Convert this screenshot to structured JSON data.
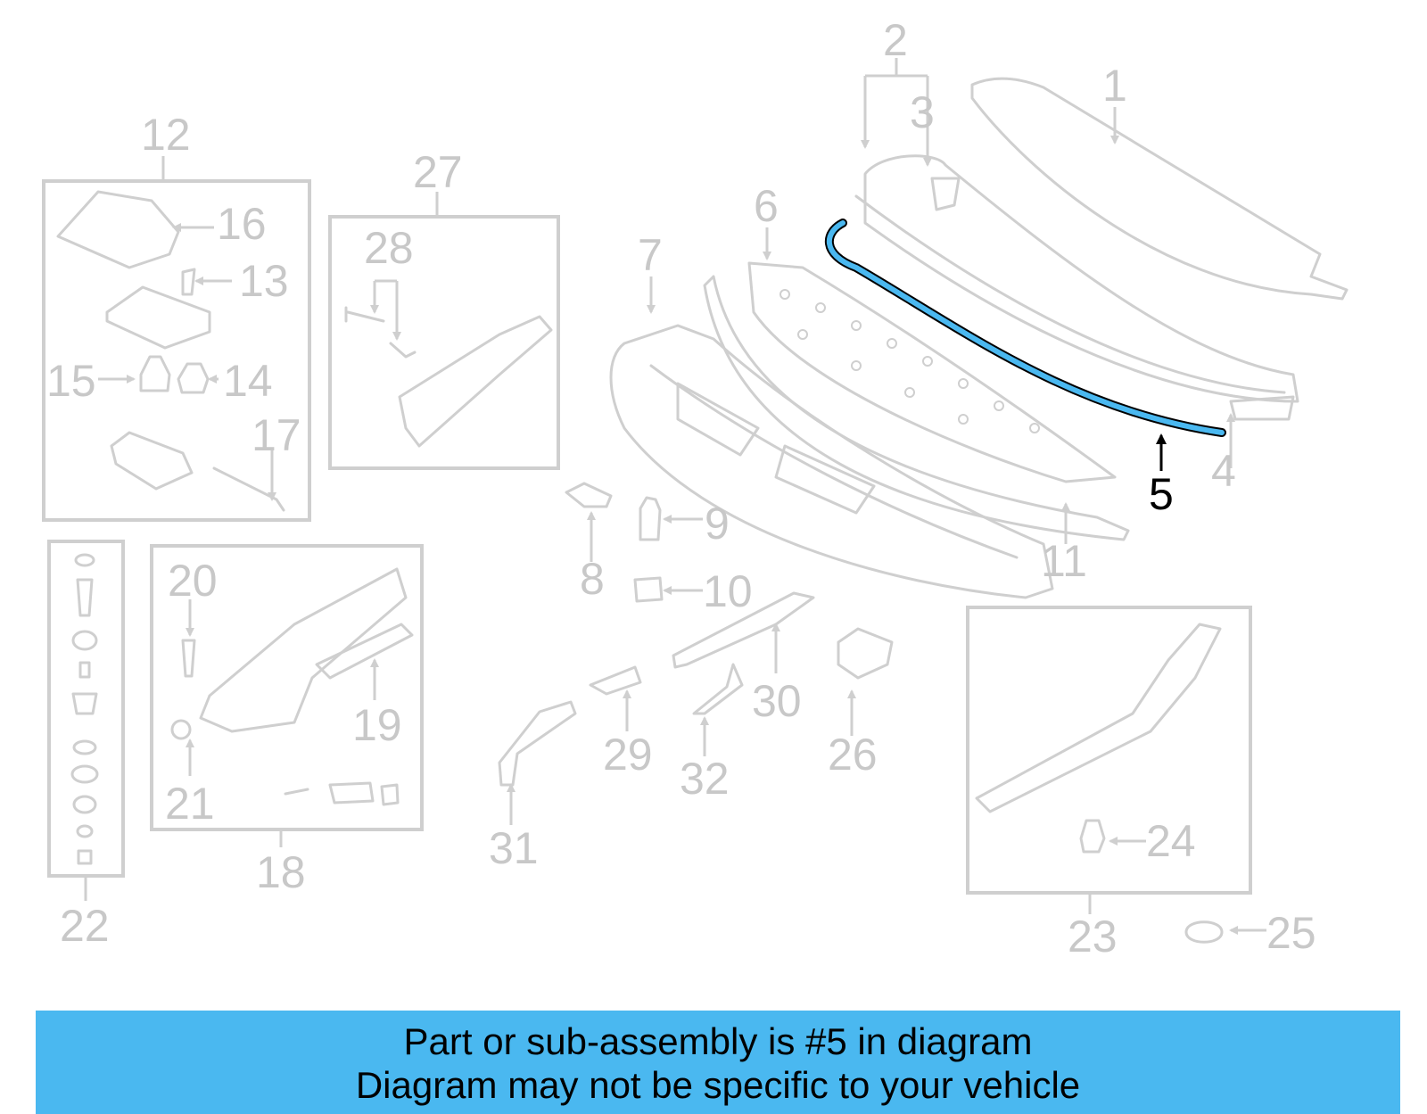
{
  "callouts": {
    "c1": "1",
    "c2": "2",
    "c3": "3",
    "c4": "4",
    "c5": "5",
    "c6": "6",
    "c7": "7",
    "c8": "8",
    "c9": "9",
    "c10": "10",
    "c11": "11",
    "c12": "12",
    "c13": "13",
    "c14": "14",
    "c15": "15",
    "c16": "16",
    "c17": "17",
    "c18": "18",
    "c19": "19",
    "c20": "20",
    "c21": "21",
    "c22": "22",
    "c23": "23",
    "c24": "24",
    "c25": "25",
    "c26": "26",
    "c27": "27",
    "c28": "28",
    "c29": "29",
    "c30": "30",
    "c31": "31",
    "c32": "32"
  },
  "highlight": {
    "part_number": "5",
    "color": "#4ab8f0"
  },
  "banner": {
    "line1": "Part or sub-assembly is #5 in diagram",
    "line2": "Diagram may not be specific to your vehicle",
    "background": "#4ab8f0"
  }
}
